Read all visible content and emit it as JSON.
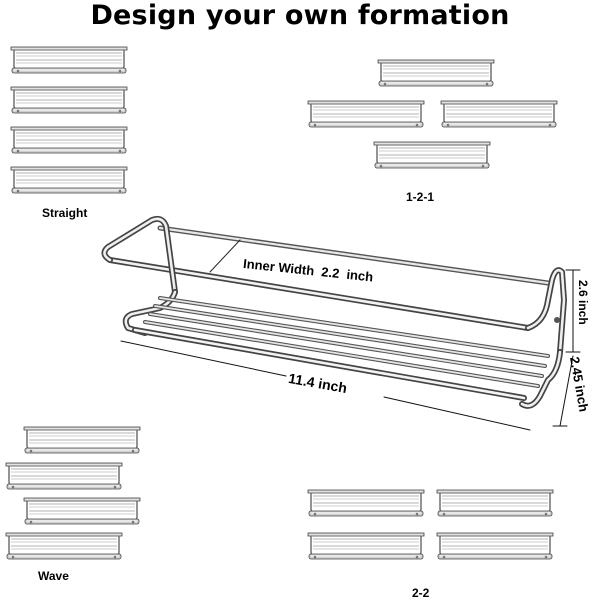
{
  "title": "Design your own formation",
  "formations": {
    "straight": "Straight",
    "one_two_one": "1-2-1",
    "wave": "Wave",
    "two_two": "2-2"
  },
  "dimensions": {
    "inner_width": "Inner Width  2.2  inch",
    "length": "11.4 inch",
    "height_top": "2.6 inch",
    "height_bottom": "2.45 inch"
  }
}
